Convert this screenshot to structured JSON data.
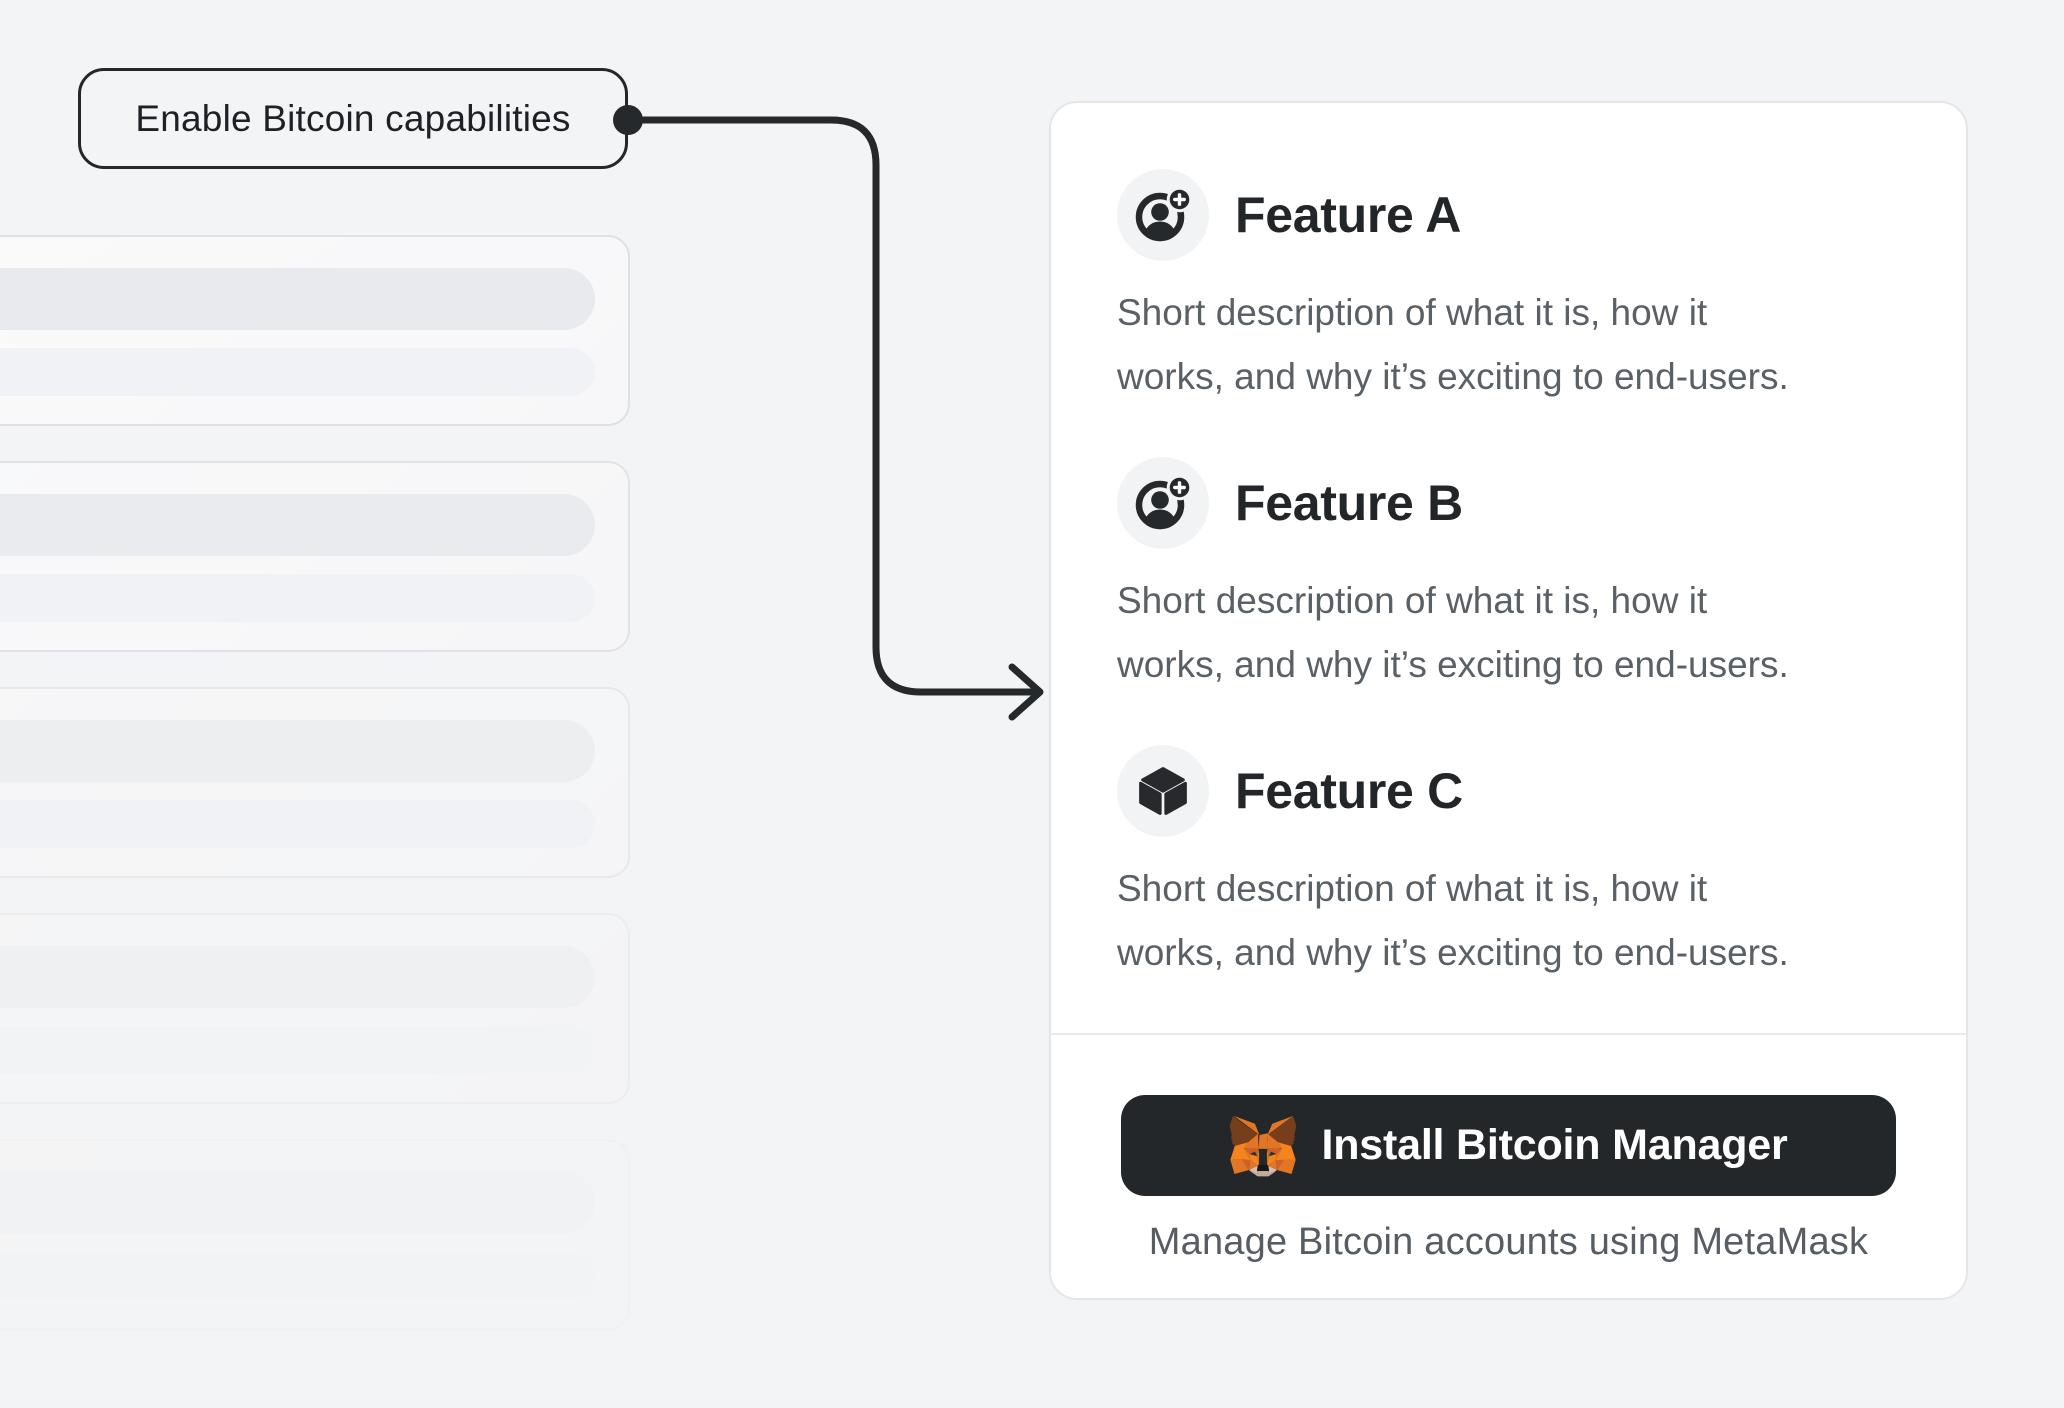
{
  "callout": {
    "label": "Enable Bitcoin capabilities"
  },
  "panel": {
    "features": [
      {
        "title": "Feature A",
        "icon": "user-add-icon",
        "desc_line1": "Short description of what it is, how it",
        "desc_line2": "works, and why it’s exciting to end-users."
      },
      {
        "title": "Feature B",
        "icon": "user-add-icon",
        "desc_line1": "Short description of what it is, how it",
        "desc_line2": "works, and why it’s exciting to end-users."
      },
      {
        "title": "Feature C",
        "icon": "cube-icon",
        "desc_line1": "Short description of what it is, how it",
        "desc_line2": "works, and why it’s exciting to end-users."
      }
    ],
    "install_button": {
      "label": "Install Bitcoin Manager",
      "icon": "metamask-fox-icon"
    },
    "caption": "Manage Bitcoin accounts using MetaMask"
  },
  "skeleton_cards": {
    "count": 5
  },
  "colors": {
    "page_bg": "#f3f4f5",
    "card_bg": "#ffffff",
    "accent_dark": "#24272a",
    "text_title": "#232629",
    "text_body": "#596066",
    "fox_orange": "#F5841F"
  }
}
